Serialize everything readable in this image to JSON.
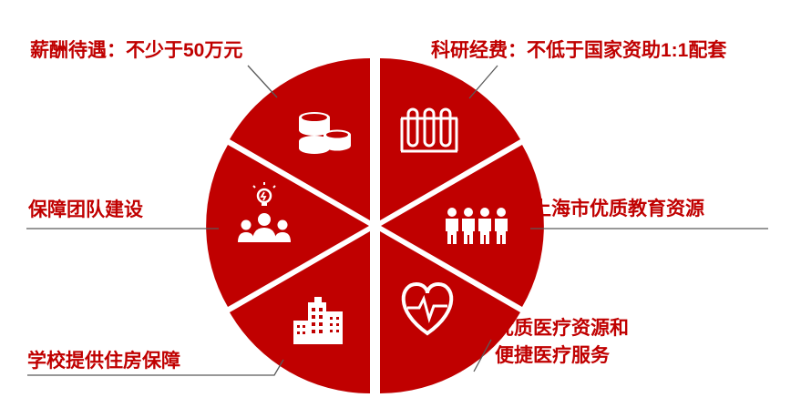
{
  "colors": {
    "wedge": "#c00000",
    "label": "#c00000",
    "icon": "#ffffff",
    "leader": "#5a5a5a"
  },
  "diagram": {
    "segments": [
      {
        "id": "salary",
        "label": "薪酬待遇：不少于50万元",
        "icon": "coin-stack-icon"
      },
      {
        "id": "research",
        "label": "科研经费：不低于国家资助1:1配套",
        "icon": "test-tubes-icon"
      },
      {
        "id": "education",
        "label": "上海市优质教育资源",
        "icon": "people-group-icon"
      },
      {
        "id": "medical",
        "label_lines": [
          "优质医疗资源和",
          "便捷医疗服务"
        ],
        "icon": "heart-pulse-icon"
      },
      {
        "id": "housing",
        "label": "学校提供住房保障",
        "icon": "buildings-icon"
      },
      {
        "id": "team",
        "label": "保障团队建设",
        "icon": "team-idea-icon"
      }
    ]
  }
}
